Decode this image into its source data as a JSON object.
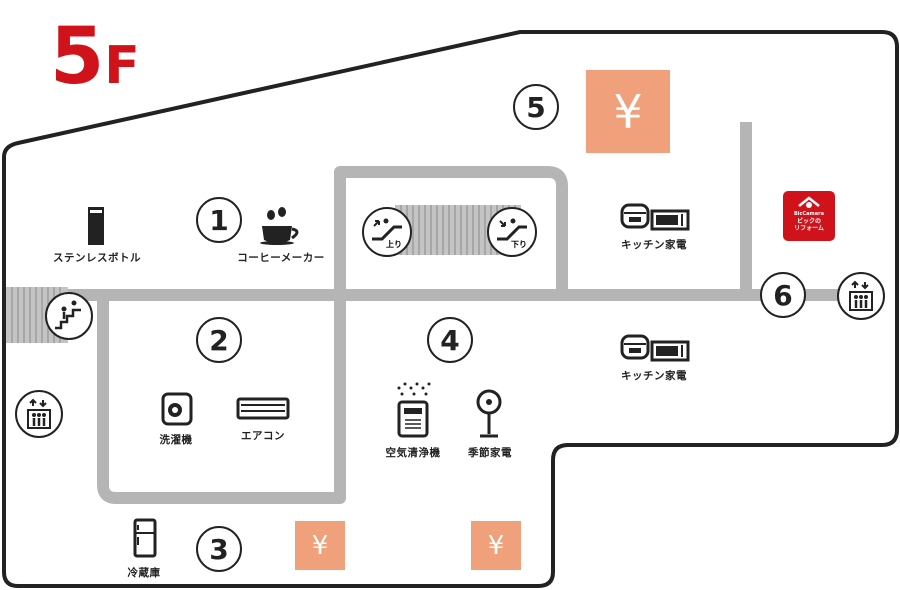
{
  "floor": {
    "number": "5",
    "suffix": "F"
  },
  "zones": [
    "1",
    "2",
    "3",
    "4",
    "5",
    "6"
  ],
  "categories": {
    "stainless_bottle": "ステンレスボトル",
    "coffee_maker": "コーヒーメーカー",
    "kitchen_appliances_top": "キッチン家電",
    "kitchen_appliances_bottom": "キッチン家電",
    "washing_machine": "洗濯機",
    "air_conditioner": "エアコン",
    "air_purifier": "空気清浄機",
    "seasonal_appliances": "季節家電",
    "refrigerator": "冷蔵庫"
  },
  "escalator": {
    "up_label": "上り",
    "down_label": "下り"
  },
  "atm_symbol": "¥",
  "logo": {
    "line1": "BicCamera",
    "line2": "ビックの",
    "line3": "リフォーム"
  },
  "colors": {
    "floor_red": "#d0121b",
    "atm_orange": "#f0a07a",
    "path_gray": "#b5b5b5",
    "wall": "#222222"
  },
  "icons": [
    "bottle-icon",
    "coffee-cup-icon",
    "rice-cooker-icon",
    "microwave-icon",
    "washing-machine-icon",
    "air-conditioner-icon",
    "air-purifier-icon",
    "fan-icon",
    "refrigerator-icon",
    "escalator-up-icon",
    "escalator-down-icon",
    "stairs-icon",
    "elevator-icon"
  ]
}
